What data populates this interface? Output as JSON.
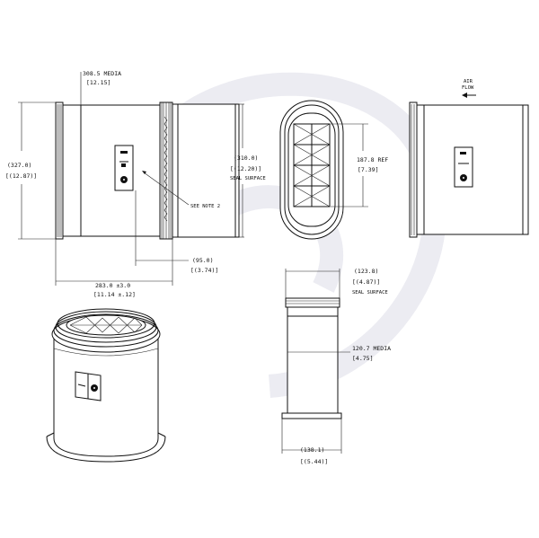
{
  "labels": {
    "media_length": "308.5 MEDIA",
    "media_length_in": "[12.15]",
    "height": "(327.0)",
    "height_in": "[(12.87)]",
    "seal_length": "(310.0)",
    "seal_length_in": "[(12.20)]",
    "seal_surface_1": "SEAL SURFACE",
    "see_note": "SEE NOTE 2",
    "seal_offset": "(95.0)",
    "seal_offset_in": "[(3.74)]",
    "overall": "283.0 ±3.0",
    "overall_in": "[11.14 ±.12]",
    "ref_height": "187.8 REF",
    "ref_height_in": "[7.39]",
    "air_flow_1": "AIR",
    "air_flow_2": "FLOW",
    "seal_width": "(123.8)",
    "seal_width_in": "[(4.87)]",
    "seal_surface_2": "SEAL SURFACE",
    "media_width": "120.7 MEDIA",
    "media_width_in": "[4.75]",
    "base_width": "(138.1)",
    "base_width_in": "[(5.44)]"
  },
  "colors": {
    "line": "#111111",
    "watermark": "#ececf2",
    "background": "#ffffff"
  }
}
